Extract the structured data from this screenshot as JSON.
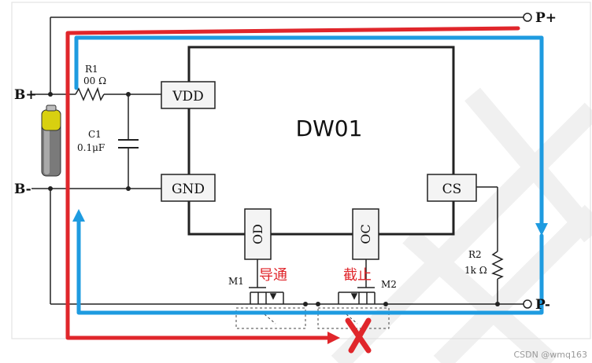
{
  "chip": {
    "name": "DW01"
  },
  "pins": {
    "vdd": "VDD",
    "gnd": "GND",
    "cs": "CS",
    "od": "OD",
    "oc": "OC"
  },
  "terminals": {
    "b_plus": "B+",
    "b_minus": "B-",
    "p_plus": "P+",
    "p_minus": "P-"
  },
  "components": {
    "r1_name": "R1",
    "r1_value": "00 Ω",
    "c1_name": "C1",
    "c1_value": "0.1μF",
    "r2_name": "R2",
    "r2_value": "1k Ω",
    "m1_name": "M1",
    "m2_name": "M2"
  },
  "annotations": {
    "m1_state": "导通",
    "m2_state": "截止",
    "blocked_mark": "X",
    "watermark": "CSDN @wmq163"
  },
  "colors": {
    "wire": "#222222",
    "charge_path": "#e0262b",
    "discharge_path": "#1e9be0",
    "chip_fill": "#ffffff",
    "pin_box": "#f4f4f4",
    "battery_body": "#7a7a7a",
    "battery_cap": "#d8d010",
    "background_stripes": "#f0f0f0"
  },
  "icons": {
    "battery": "battery-icon",
    "resistor": "resistor-icon",
    "capacitor": "capacitor-icon",
    "mosfet": "mosfet-icon",
    "cross": "cross-icon"
  }
}
